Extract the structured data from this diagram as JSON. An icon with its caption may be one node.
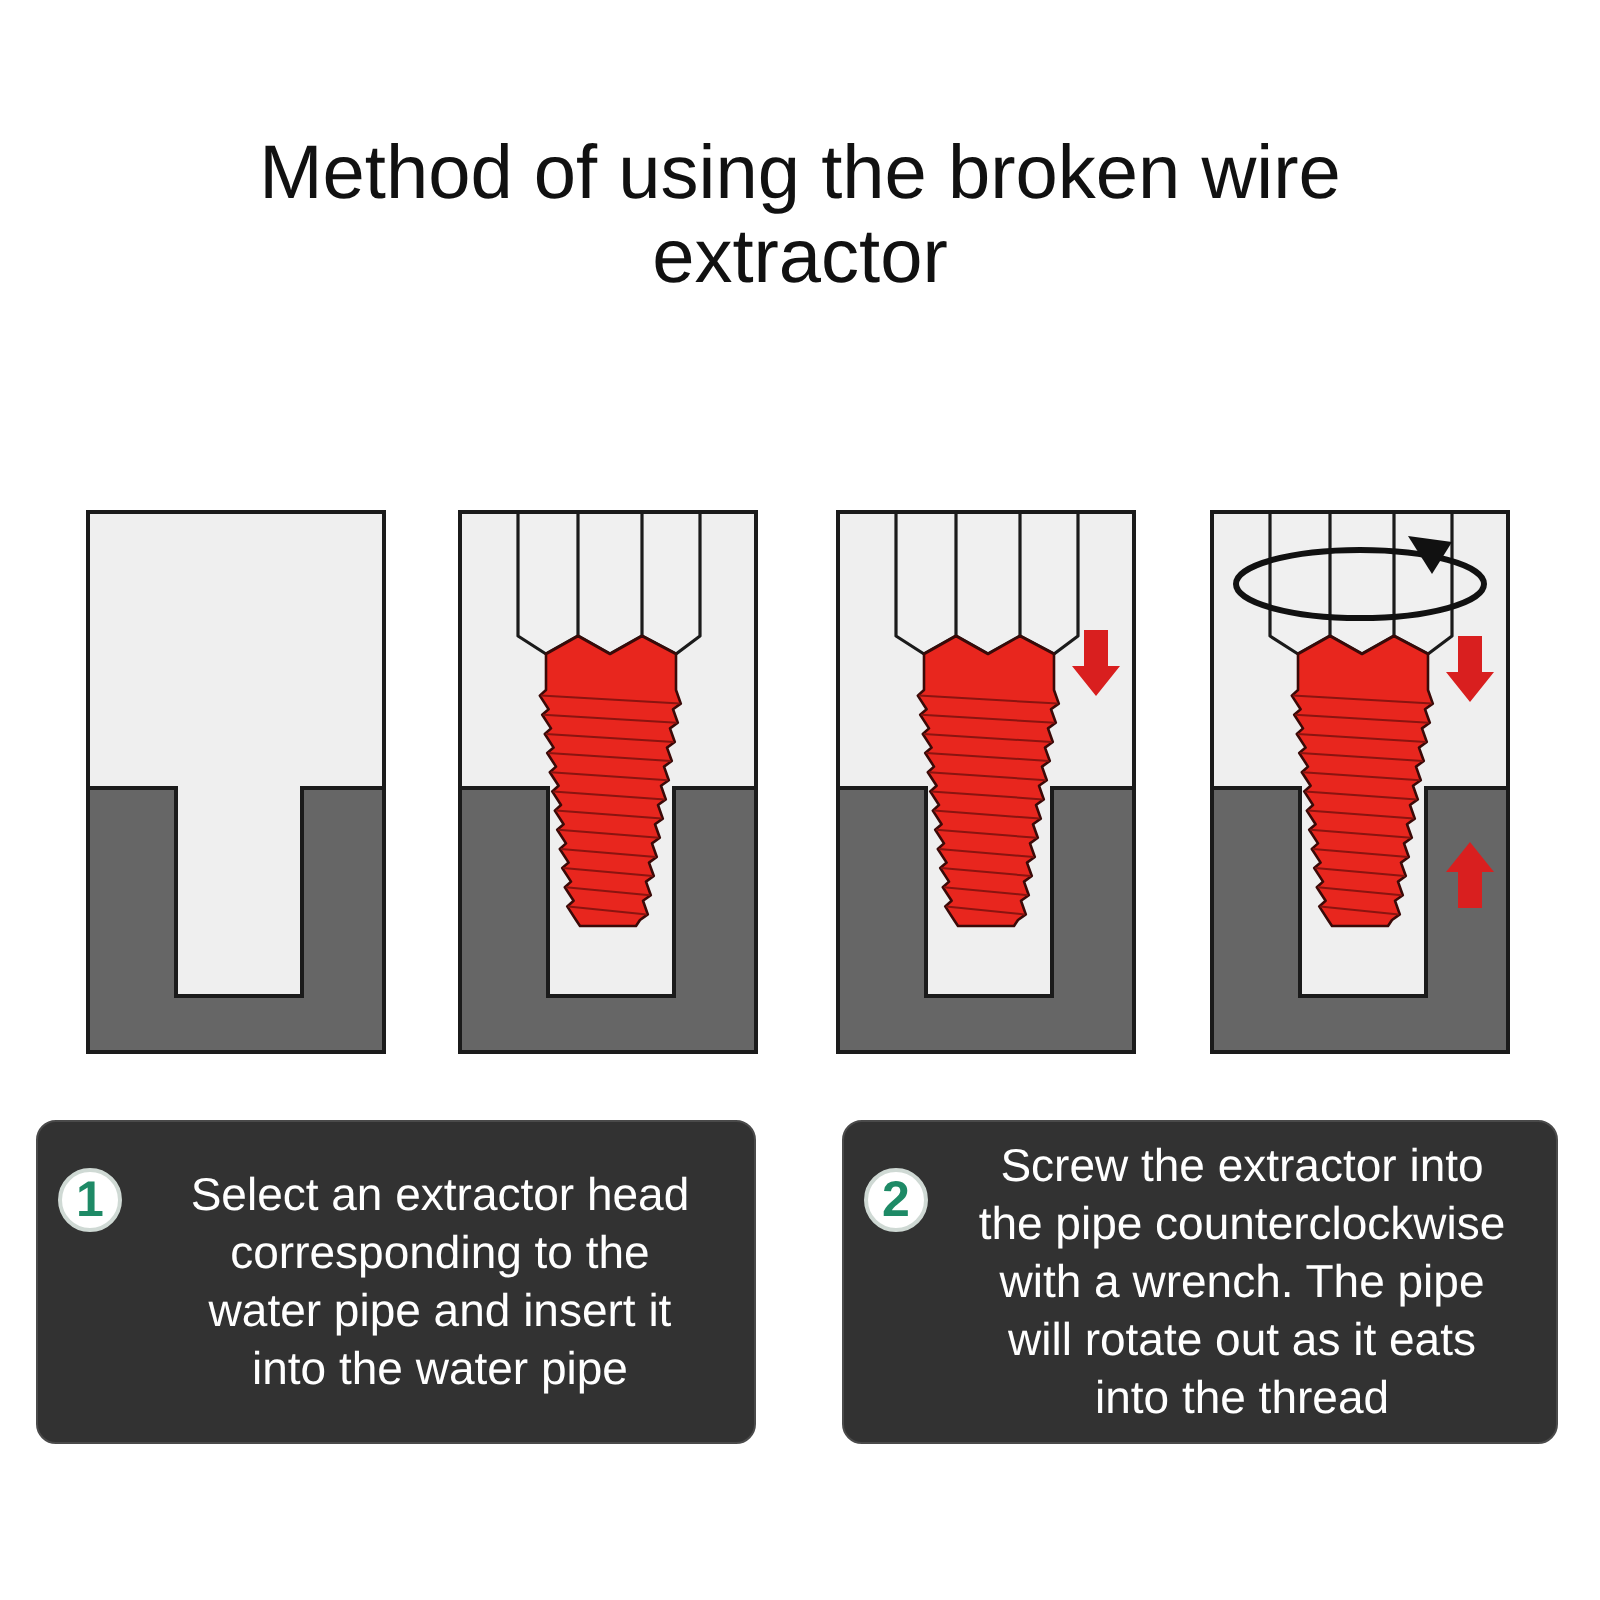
{
  "diagram": {
    "title": "Method of using the broken wire extractor",
    "nodes": [
      {
        "text": [],
        "shape": "picture"
      },
      {
        "text": [],
        "shape": "picture"
      },
      {
        "text": [],
        "shape": "picture"
      },
      {
        "text": [],
        "shape": "picture"
      },
      {
        "text": [
          "Select an extractor head corresponding to the water pipe and insert it into the water pipe"
        ]
      },
      {
        "text": [
          "1"
        ],
        "in": 4
      },
      {
        "text": [
          "Screw the extractor into the pipe counterclockwise with a wrench. The pipe will rotate out as it eats into the thread"
        ]
      },
      {
        "text": [
          "2"
        ],
        "in": 6
      }
    ]
  }
}
